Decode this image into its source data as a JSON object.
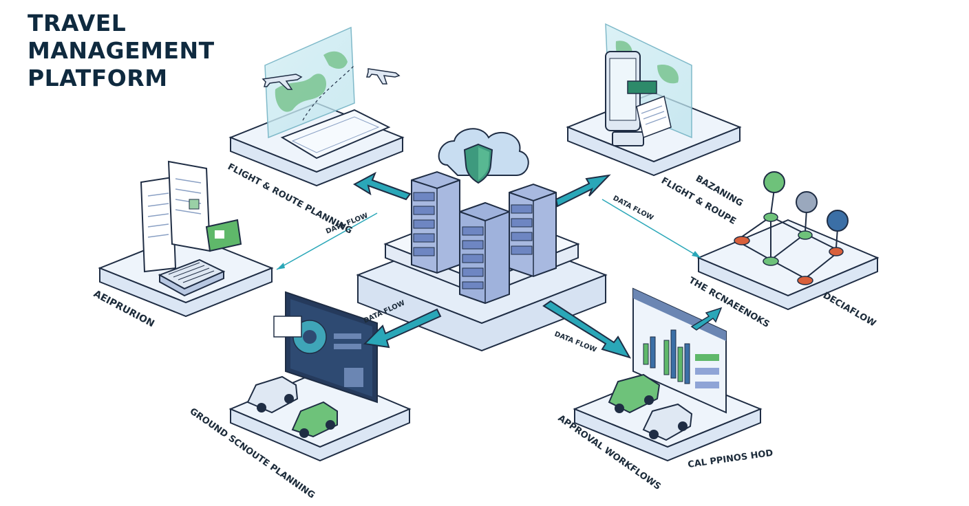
{
  "title": {
    "line1": "TRAVEL",
    "line2": "MANAGEMENT",
    "line3": "PLATFORM"
  },
  "modules": {
    "flight_route": "FLIGHT & ROUTE PLANNING",
    "flight_booking_line1": "FLIGHT & ROUPE",
    "flight_booking_line2": "BAZANING",
    "expenses": "AEIPRURION",
    "ground": "GROUND SCNOUTE PLANNING",
    "rules": "THE RCNAEENOKS",
    "decision": "DECIAFLOW",
    "approval": "APPROVAL WORKFLOWS",
    "analytics": "CAL PPINOS HOD"
  },
  "flows": {
    "label": "DATA FLOW"
  },
  "colors": {
    "accent": "#2aa7b8",
    "outline": "#1f2d44",
    "platform": "#eef4fb",
    "server": "#8fa4d6",
    "green": "#5fb86a",
    "red": "#d9603b",
    "blue_pin": "#3b6fa6"
  },
  "icons": [
    "cloud-shield-icon",
    "server-rack-icon",
    "world-map-icon",
    "airplane-icon",
    "phone-icon",
    "receipt-icon",
    "calculator-icon",
    "monitor-icon",
    "car-icon",
    "chart-icon",
    "network-pins-icon"
  ]
}
